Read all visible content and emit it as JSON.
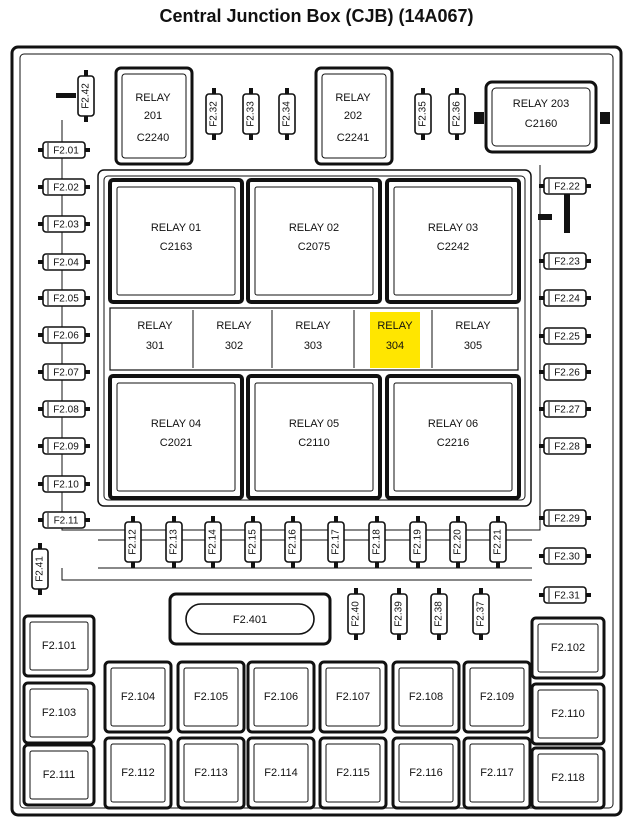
{
  "title": "Central Junction Box (CJB) (14A067)",
  "highlight_color": "#ffe600",
  "top_relays": [
    {
      "line1": "RELAY",
      "line2": "201",
      "line3": "C2240"
    },
    {
      "line1": "RELAY",
      "line2": "202",
      "line3": "C2241"
    },
    {
      "line1": "RELAY 203",
      "line2": "C2160"
    }
  ],
  "big_relays": [
    {
      "name": "RELAY 01",
      "conn": "C2163"
    },
    {
      "name": "RELAY 02",
      "conn": "C2075"
    },
    {
      "name": "RELAY 03",
      "conn": "C2242"
    },
    {
      "name": "RELAY 04",
      "conn": "C2021"
    },
    {
      "name": "RELAY 05",
      "conn": "C2110"
    },
    {
      "name": "RELAY 06",
      "conn": "C2216"
    }
  ],
  "mini_relays": [
    {
      "line1": "RELAY",
      "line2": "301",
      "highlighted": false
    },
    {
      "line1": "RELAY",
      "line2": "302",
      "highlighted": false
    },
    {
      "line1": "RELAY",
      "line2": "303",
      "highlighted": false
    },
    {
      "line1": "RELAY",
      "line2": "304",
      "highlighted": true
    },
    {
      "line1": "RELAY",
      "line2": "305",
      "highlighted": false
    }
  ],
  "top_fuses": [
    "F2.42",
    "F2.32",
    "F2.33",
    "F2.34",
    "F2.35",
    "F2.36"
  ],
  "left_fuses": [
    "F2.01",
    "F2.02",
    "F2.03",
    "F2.04",
    "F2.05",
    "F2.06",
    "F2.07",
    "F2.08",
    "F2.09",
    "F2.10",
    "F2.11"
  ],
  "right_fuses": [
    "F2.22",
    "F2.23",
    "F2.24",
    "F2.25",
    "F2.26",
    "F2.27",
    "F2.28",
    "F2.29",
    "F2.30",
    "F2.31"
  ],
  "middle_fuses": [
    "F2.12",
    "F2.13",
    "F2.14",
    "F2.15",
    "F2.16",
    "F2.17",
    "F2.18",
    "F2.19",
    "F2.20",
    "F2.21"
  ],
  "side_fuse": "F2.41",
  "oval_fuse": "F2.401",
  "lower_fuses": [
    "F2.40",
    "F2.39",
    "F2.38",
    "F2.37"
  ],
  "maxi_left": [
    "F2.101",
    "F2.103",
    "F2.111"
  ],
  "maxi_right": [
    "F2.102",
    "F2.110",
    "F2.118"
  ],
  "maxi_row1": [
    "F2.104",
    "F2.105",
    "F2.106",
    "F2.107",
    "F2.108",
    "F2.109"
  ],
  "maxi_row2": [
    "F2.112",
    "F2.113",
    "F2.114",
    "F2.115",
    "F2.116",
    "F2.117"
  ]
}
